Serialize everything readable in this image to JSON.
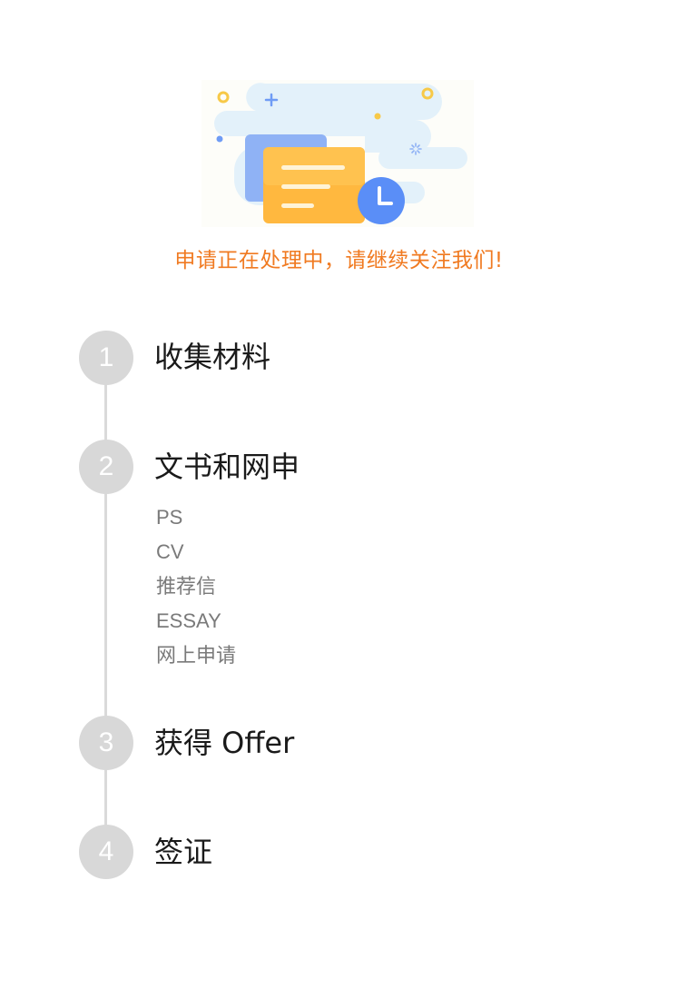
{
  "status": {
    "message": "申请正在处理中，请继续关注我们!"
  },
  "illustration": {
    "icon": "document-clock-icon",
    "colors": {
      "cloud": "#e3f1fa",
      "document_front": "#ffb83f",
      "document_back": "#8fb2f5",
      "clock": "#5a8ef7",
      "sparkle_gold": "#f7c948",
      "sparkle_blue": "#6f9cf5"
    }
  },
  "steps": [
    {
      "number": "1",
      "title": "收集材料",
      "items": []
    },
    {
      "number": "2",
      "title": "文书和网申",
      "items": [
        "PS",
        "CV",
        "推荐信",
        "ESSAY",
        "网上申请"
      ]
    },
    {
      "number": "3",
      "title": "获得 Offer",
      "items": []
    },
    {
      "number": "4",
      "title": "签证",
      "items": []
    }
  ],
  "colors": {
    "accent": "#f07a21",
    "step_circle": "#d8d8d8",
    "timeline_line": "#dadada",
    "title_text": "#1a1a1a",
    "sub_text": "#7a7a7a"
  }
}
